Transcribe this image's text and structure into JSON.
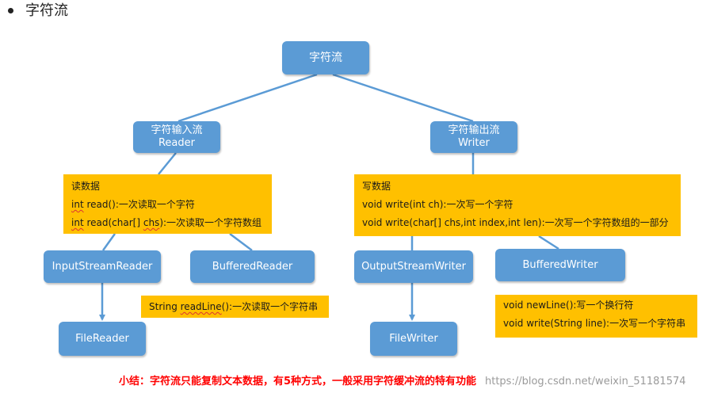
{
  "heading": "字符流",
  "root": "字符流",
  "reader": {
    "title": "字符输入流",
    "sub": "Reader"
  },
  "writer": {
    "title": "字符输出流",
    "sub": "Writer"
  },
  "reader_note": {
    "title": "读数据",
    "line1_kw": "int",
    "line1_rest": " read():一次读取一个字符",
    "line2_kw": "int",
    "line2_mid": " read(char[] ",
    "line2_kw2": "chs",
    "line2_rest": "):一次读取一个字符数组"
  },
  "writer_note": {
    "title": "写数据",
    "line1": "void write(int ch):一次写一个字符",
    "line2": "void write(char[] chs,int index,int len):一次写一个字符数组的一部分"
  },
  "input_stream_reader": "InputStreamReader",
  "buffered_reader": "BufferedReader",
  "output_stream_writer": "OutputStreamWriter",
  "buffered_writer": "BufferedWriter",
  "file_reader": "FileReader",
  "file_writer": "FileWriter",
  "readline_note": {
    "prefix": "String ",
    "kw": "readLine",
    "rest": "():一次读取一个字符串"
  },
  "bw_note": {
    "line1": "void newLine():写一个换行符",
    "line2": "void write(String line):一次写一个字符串"
  },
  "summary": "小结：字符流只能复制文本数据，有5种方式，一般采用字符缓冲流的特有功能",
  "watermark": "https://blog.csdn.net/weixin_51181574",
  "colors": {
    "node": "#5b9bd5",
    "note": "#ffc000",
    "summary": "#ff0000"
  }
}
